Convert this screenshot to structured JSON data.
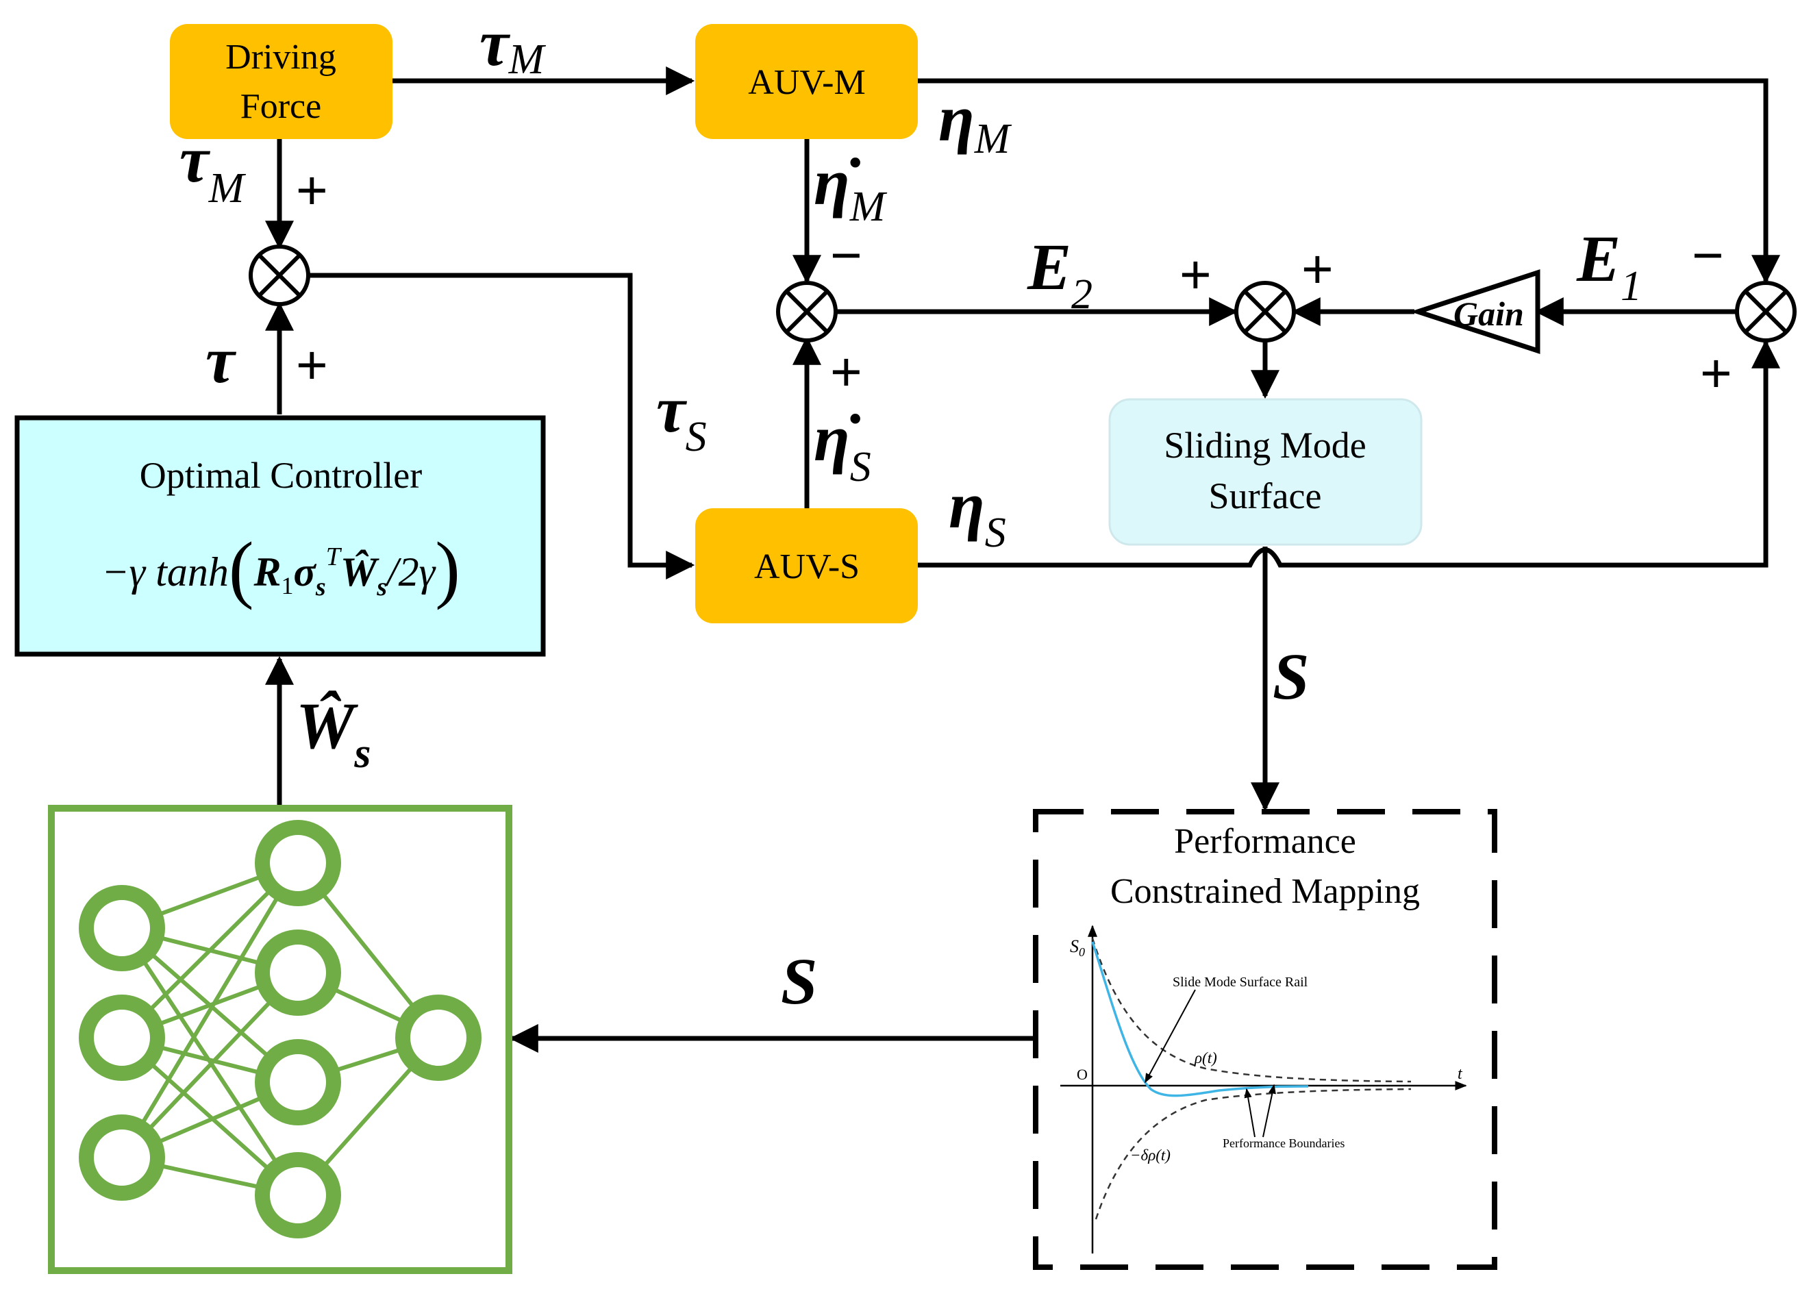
{
  "blocks": {
    "driving_force": [
      "Driving",
      "Force"
    ],
    "auv_m": "AUV-M",
    "auv_s": "AUV-S",
    "optimal_controller": {
      "title": "Optimal Controller",
      "law": {
        "prefix": "−γ tanh",
        "r1": "R",
        "r1_sub": "1",
        "sigma": "σ",
        "sigma_sub": "s",
        "sigma_sup": "T",
        "w": "Ŵ",
        "w_sub": "s",
        "tail": "/2γ"
      }
    },
    "sliding_mode_surface": [
      "Sliding Mode",
      "Surface"
    ],
    "gain": "Gain",
    "performance_mapping": {
      "title": [
        "Performance",
        "Constrained Mapping"
      ],
      "plot_labels": {
        "s0": "S",
        "s0_sub": "0",
        "origin": "O",
        "t": "t",
        "rail": "Slide Mode Surface Rail",
        "rho": "ρ(t)",
        "neg_rho": "−δρ(t)",
        "boundaries": "Performance Boundaries"
      }
    }
  },
  "signals": {
    "tau_m_top": {
      "sym": "τ",
      "sub": "M"
    },
    "tau_m_left": {
      "sym": "τ",
      "sub": "M"
    },
    "tau": {
      "sym": "τ"
    },
    "tau_s": {
      "sym": "τ",
      "sub": "S"
    },
    "eta_m": {
      "sym": "η",
      "sub": "M"
    },
    "eta_m_dot": {
      "sym": "η̇",
      "sub": "M"
    },
    "eta_s": {
      "sym": "η",
      "sub": "S"
    },
    "eta_s_dot": {
      "sym": "η̇",
      "sub": "S"
    },
    "e1": {
      "sym": "E",
      "sub": "1"
    },
    "e2": {
      "sym": "E",
      "sub": "2"
    },
    "s_down": {
      "sym": "S"
    },
    "s_left": {
      "sym": "S"
    },
    "w_hat": {
      "sym": "Ŵ",
      "sub": "s"
    }
  },
  "signs": {
    "plus": "+",
    "minus": "−"
  },
  "colors": {
    "orange": "#FFC000",
    "cyan_box": "#CCFFFF",
    "sliding_box": "#DDF8FA",
    "nn_green": "#70AD47",
    "blue_curve": "#3FB5E5"
  }
}
